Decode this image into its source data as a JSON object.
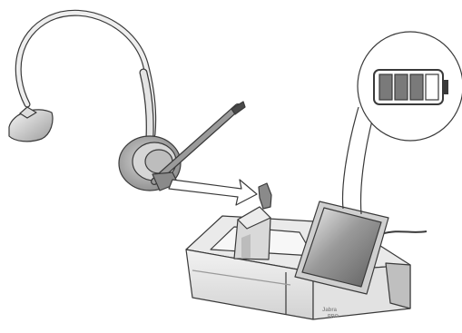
{
  "scene": {
    "description_name": "headset-and-base-illustration",
    "brand_logo_line1": "Jabra",
    "brand_logo_line2": "PRO",
    "battery": {
      "bars_total": 4,
      "bars_filled": 3
    },
    "colors": {
      "outline": "#3a3a3a",
      "light_gray": "#e6e6e6",
      "mid_gray": "#bdbdbd",
      "dark_gray": "#6e6e6e",
      "screen_dark": "#7a7a7a",
      "battery_fill": "#7a7a7a",
      "background": "#ffffff"
    }
  }
}
